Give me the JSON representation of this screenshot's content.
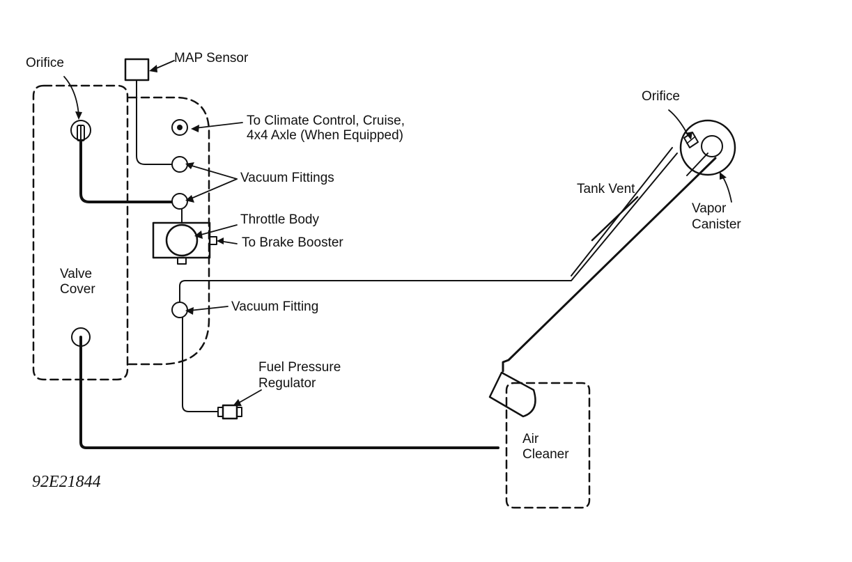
{
  "labels": {
    "orifice_left": "Orifice",
    "map_sensor": "MAP Sensor",
    "climate_line1": "To Climate Control, Cruise,",
    "climate_line2": "4x4 Axle (When Equipped)",
    "vacuum_fittings": "Vacuum Fittings",
    "throttle_body": "Throttle Body",
    "brake_booster": "To Brake Booster",
    "valve_cover_line1": "Valve",
    "valve_cover_line2": "Cover",
    "vacuum_fitting": "Vacuum Fitting",
    "fuel_reg_line1": "Fuel Pressure",
    "fuel_reg_line2": "Regulator",
    "air_cleaner_line1": "Air",
    "air_cleaner_line2": "Cleaner",
    "orifice_right": "Orifice",
    "tank_vent": "Tank Vent",
    "vapor_canister_line1": "Vapor",
    "vapor_canister_line2": "Canister",
    "figure_code": "92E21844"
  },
  "colors": {
    "ink": "#111111",
    "background": "#ffffff"
  }
}
